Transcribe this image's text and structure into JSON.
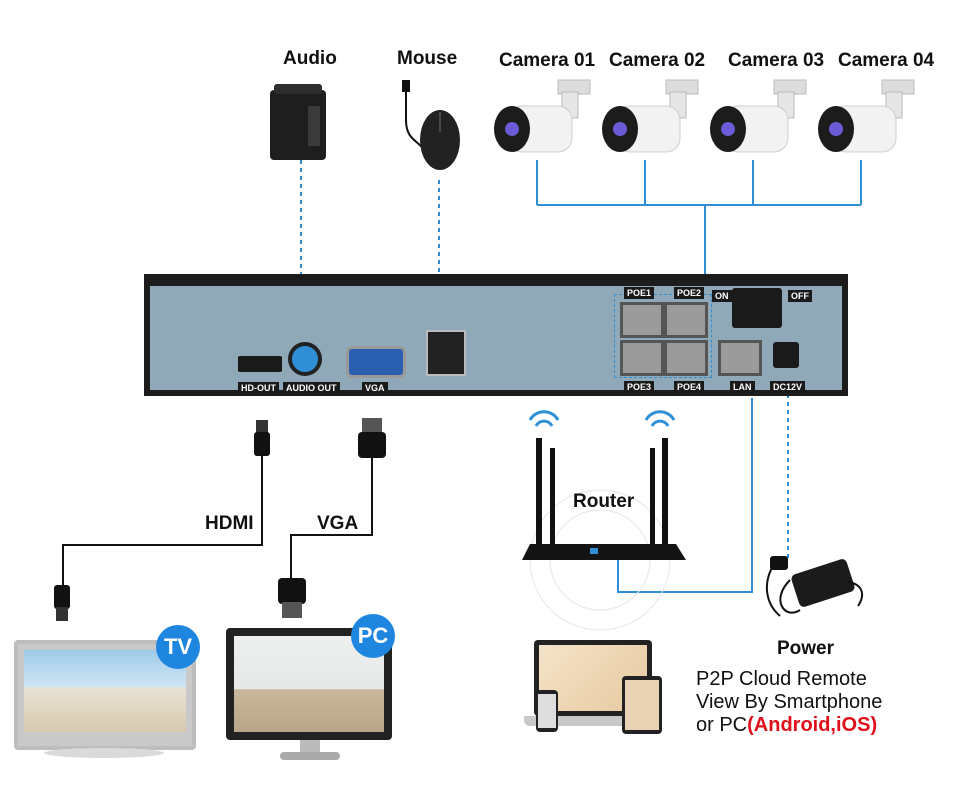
{
  "labels": {
    "audio": "Audio",
    "mouse": "Mouse",
    "cameras": [
      "Camera 01",
      "Camera 02",
      "Camera 03",
      "Camera 04"
    ],
    "hdmi": "HDMI",
    "vga": "VGA",
    "router": "Router",
    "power": "Power",
    "tv_badge": "TV",
    "pc_badge": "PC"
  },
  "nvr_ports": {
    "hd_out": "HD-OUT",
    "audio_out": "AUDIO OUT",
    "vga": "VGA",
    "poe1": "POE1",
    "poe2": "POE2",
    "poe3": "POE3",
    "poe4": "POE4",
    "lan": "LAN",
    "dc12v": "DC12V",
    "on": "ON",
    "off": "OFF"
  },
  "p2p": {
    "line1": "P2P Cloud Remote",
    "line2": "View By Smartphone",
    "line3_prefix": "or PC",
    "line3_highlight": "(Android,iOS)"
  },
  "colors": {
    "accent_blue": "#2e8fd6",
    "highlight_red": "#e0101a",
    "nvr_panel": "#8fa9b9",
    "badge_blue": "#1f86e0"
  }
}
